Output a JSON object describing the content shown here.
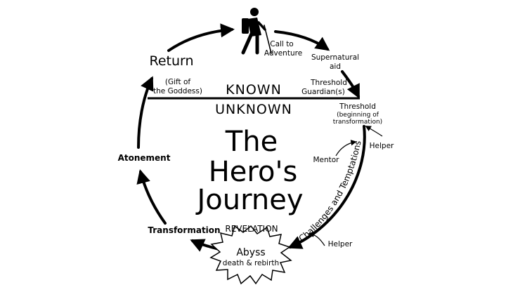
{
  "title": {
    "line1": "The",
    "line2": "Hero's",
    "line3": "Journey"
  },
  "divider": {
    "known": "KNOWN",
    "unknown": "UNKNOWN"
  },
  "stages": {
    "return": "Return",
    "gift_line1": "(Gift of",
    "gift_line2": "the Goddess)",
    "call_line1": "Call to",
    "call_line2": "Adventure",
    "aid_line1": "Supernatural",
    "aid_line2": "aid",
    "guardian_line1": "Threshold",
    "guardian_line2": "Guardian(s)",
    "threshold": "Threshold",
    "threshold_sub1": "(beginning of",
    "threshold_sub2": "transformation)",
    "helper_top": "Helper",
    "mentor": "Mentor",
    "challenges": "Challenges and Temptations",
    "helper_bottom": "Helper",
    "atonement": "Atonement",
    "transformation": "Transformation",
    "revelation": "REVELATION",
    "abyss": "Abyss",
    "abyss_sub": "death & rebirth"
  },
  "icons": {
    "hiker": "hiker-icon"
  }
}
